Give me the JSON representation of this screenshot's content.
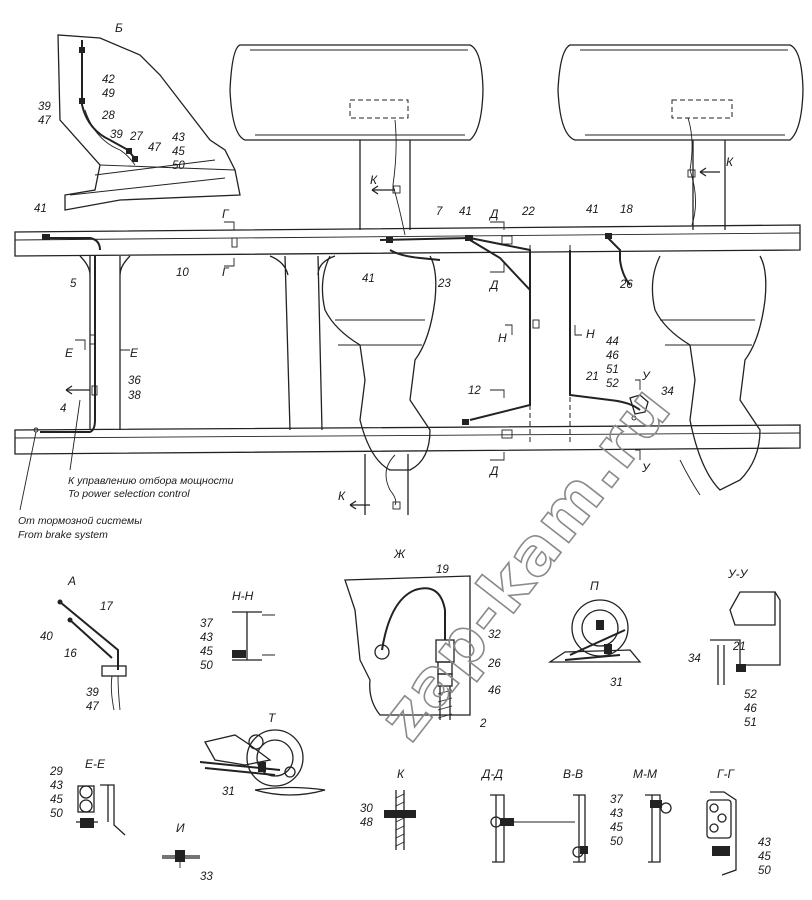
{
  "watermark": "zap-kam.ru",
  "callouts": {
    "n41a": "41",
    "n5": "5",
    "n10": "10",
    "n7": "7",
    "n41b": "41",
    "n22": "22",
    "n41c": "41",
    "n18": "18",
    "n41d": "41",
    "n23": "23",
    "n26": "26",
    "n44": "44",
    "n46": "46",
    "n51": "51",
    "n52": "52",
    "n21": "21",
    "n34": "34",
    "n12": "12",
    "n36": "36",
    "n38": "38",
    "n4": "4",
    "n42": "42",
    "n49": "49",
    "n39a": "39",
    "n47a": "47",
    "n28": "28",
    "n39b": "39",
    "n27": "27",
    "n47b": "47",
    "n43a": "43",
    "n45a": "45",
    "n50a": "50"
  },
  "section_marks": {
    "B": "Б",
    "G1": "Г",
    "G2": "Г",
    "D1": "Д",
    "D2": "Д",
    "D3": "Д",
    "E1": "Е",
    "E2": "Е",
    "N1": "Н",
    "N2": "Н",
    "U1": "У",
    "U2": "У",
    "K1": "К",
    "K2": "К",
    "K3": "К"
  },
  "notes": {
    "pto_ru": "К управлению отбора мощности",
    "pto_en": "To power selection control",
    "brake_ru": "От тормозной системы",
    "brake_en": "From brake system"
  },
  "details": {
    "A": {
      "title": "А",
      "labels": [
        "17",
        "40",
        "16",
        "39",
        "47"
      ]
    },
    "NN": {
      "title": "Н-Н",
      "labels": [
        "37",
        "43",
        "45",
        "50"
      ]
    },
    "ZH": {
      "title": "Ж",
      "labels": [
        "19",
        "32",
        "26",
        "46",
        "2"
      ]
    },
    "P": {
      "title": "П",
      "labels": [
        "31"
      ]
    },
    "UU": {
      "title": "У-У",
      "labels": [
        "21",
        "34",
        "52",
        "46",
        "51"
      ]
    },
    "T": {
      "title": "Т",
      "labels": [
        "31"
      ]
    },
    "EE": {
      "title": "Е-Е",
      "labels": [
        "29",
        "43",
        "45",
        "50"
      ]
    },
    "K": {
      "title": "К",
      "labels": [
        "30",
        "48"
      ]
    },
    "DD": {
      "title": "Д-Д",
      "labels": []
    },
    "VV": {
      "title": "В-В",
      "labels": [
        "37",
        "43",
        "45",
        "50"
      ]
    },
    "MM": {
      "title": "М-М",
      "labels": []
    },
    "GG": {
      "title": "Г-Г",
      "labels": [
        "43",
        "45",
        "50"
      ]
    },
    "I": {
      "title": "И",
      "labels": [
        "33"
      ]
    }
  }
}
